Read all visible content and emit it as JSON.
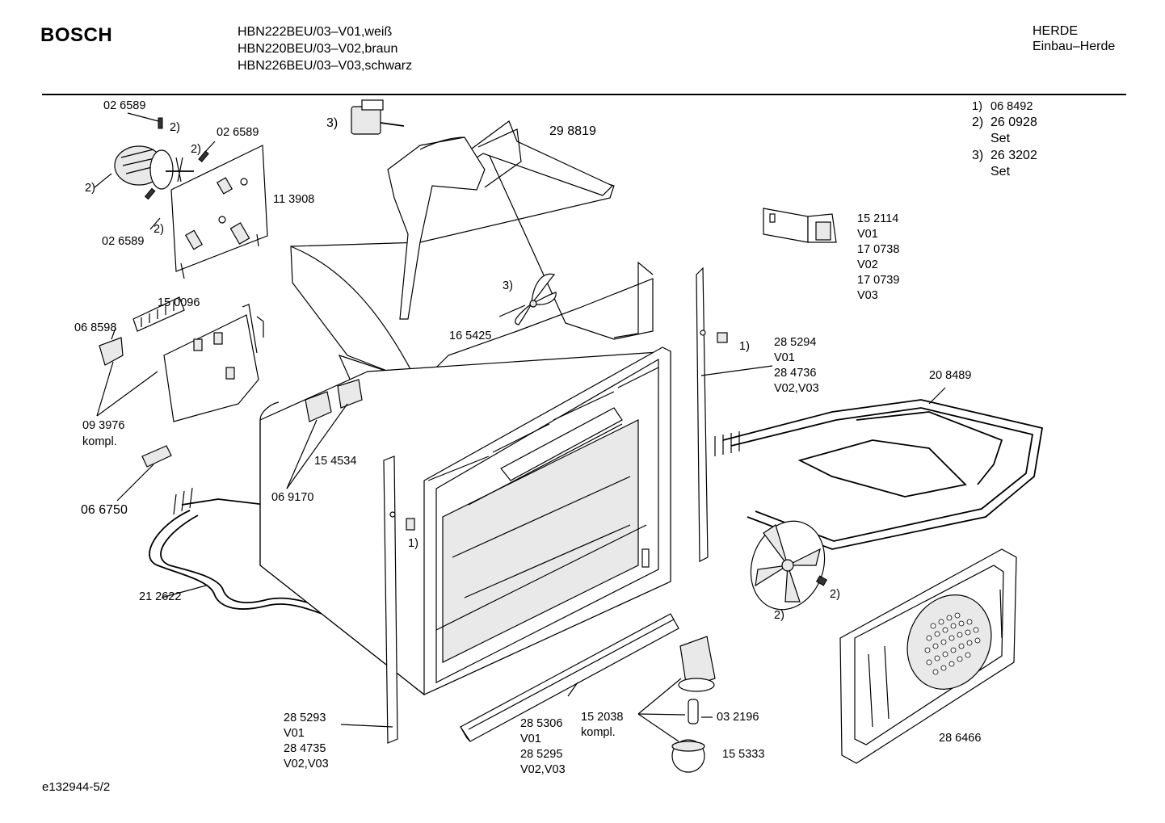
{
  "header": {
    "brand": "BOSCH",
    "models": [
      "HBN222BEU/03–V01,weiß",
      "HBN220BEU/03–V02,braun",
      "HBN226BEU/03–V03,schwarz"
    ],
    "category": [
      "HERDE",
      "Einbau–Herde"
    ]
  },
  "footnotes": [
    {
      "num": "1)",
      "part": "06 8492",
      "sub": ""
    },
    {
      "num": "2)",
      "part": "26 0928",
      "sub": "Set"
    },
    {
      "num": "3)",
      "part": "26 3202",
      "sub": "Set"
    }
  ],
  "labels": {
    "l026589a": "02 6589",
    "l026589b": "02 6589",
    "l026589c": "02 6589",
    "l2a": "2)",
    "l2b": "2)",
    "l2c": "2)",
    "l2d": "2)",
    "l113908": "11 3908",
    "l3a": "3)",
    "l298819": "29 8819",
    "l150096": "15 0096",
    "l068598": "06 8598",
    "l3b": "3)",
    "l165425": "16 5425",
    "l093976": "09 3976",
    "lkompl1": "kompl.",
    "l154534": "15 4534",
    "l069170": "06 9170",
    "l066750": "06 6750",
    "l1a": "1)",
    "l212622": "21 2622",
    "l152114": "15 2114",
    "lv01a": "V01",
    "l170738": "17 0738",
    "lv02a": "V02",
    "l170739": "17 0739",
    "lv03a": "V03",
    "l1b": "1)",
    "l285294": "28 5294",
    "lv01b": "V01",
    "l284736": "28 4736",
    "lv0203a": "V02,V03",
    "l208489": "20 8489",
    "l2e": "2)",
    "l2f": "2)",
    "l285293": "28 5293",
    "lv01c": "V01",
    "l284735": "28 4735",
    "lv0203b": "V02,V03",
    "l285306": "28 5306",
    "lv01d": "V01",
    "l285295": "28 5295",
    "lv0203c": "V02,V03",
    "l152038": "15 2038",
    "lkompl2": "kompl.",
    "l032196": "03 2196",
    "l155333": "15 5333",
    "l286466": "28 6466"
  },
  "footer": "e132944-5/2"
}
